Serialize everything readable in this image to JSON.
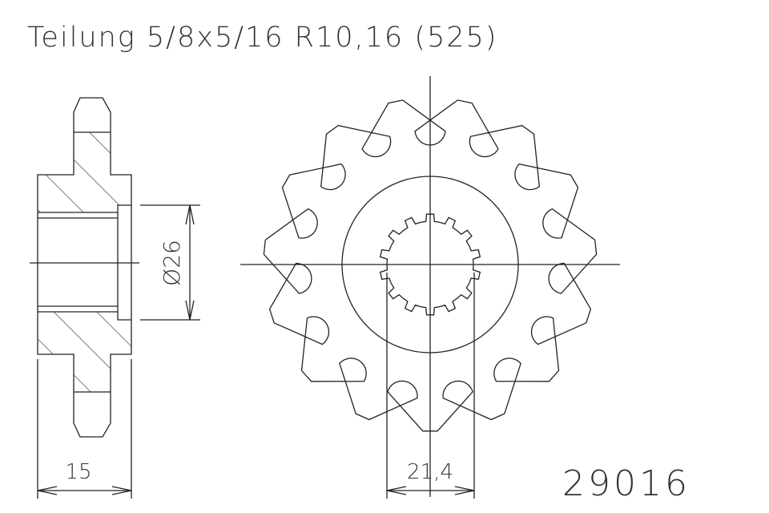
{
  "title": "Teilung 5/8x5/16 R10,16 (525)",
  "part_number": "29016",
  "dimensions": {
    "width": "15",
    "bore_diameter": "Ø26",
    "spline_width": "21,4"
  },
  "sprocket": {
    "teeth": 15,
    "spline_teeth": 14
  }
}
